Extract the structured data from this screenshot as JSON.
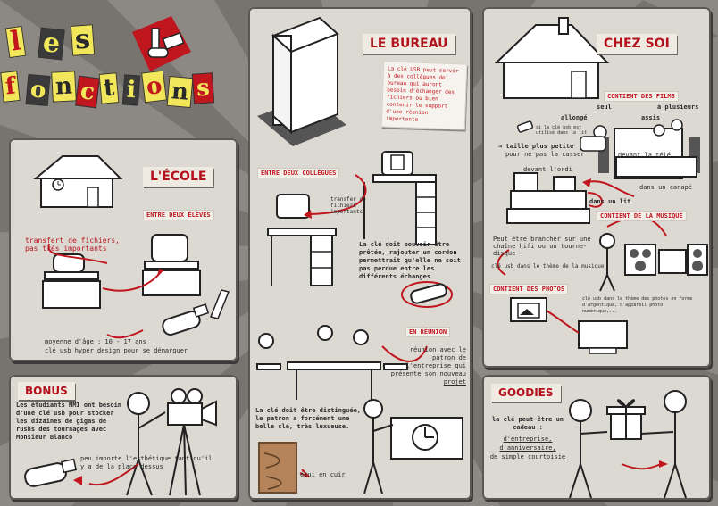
{
  "colors": {
    "accent": "#b8161e",
    "panel": "#dcd9d3",
    "background": "#8c8985",
    "banner": "#efebe3"
  },
  "title": {
    "letters_row1": [
      "l",
      "e",
      "s"
    ],
    "letters_row2": [
      "f",
      "o",
      "n",
      "c",
      "t",
      "i",
      "o",
      "n",
      "s"
    ]
  },
  "ecole": {
    "title": "L'ÉCOLE",
    "subtitle": "ENTRE DEUX ÉLÈVES",
    "transfer": "transfert de fichiers, pas très importants",
    "age": "moyenne d'âge : 10 - 17 ans",
    "usb": "clé usb hyper design pour se démarquer"
  },
  "bonus": {
    "title": "BONUS",
    "text": "Les étudiants MMI ont besoin d'une clé usb pour stocker les dizaines de gigas de rushs des tournages avec Monsieur Blanco",
    "aesthetic": "peu importe l'esthétique tant qu'il y a de la place dessus"
  },
  "bureau": {
    "title": "LE BUREAU",
    "note": "La clé USB peut servir à des collègues de bureau qui auront besoin d'échanger des fichiers ou bien contenir le support d'une réunion importante",
    "subtitle": "ENTRE DEUX COLLÈGUES",
    "transfer": "transfer de fichiers importants",
    "lend": "La clé doit pouvoir être prêtée, rajouter un cordon permettrait qu'elle ne soit pas perdue entre les différents échanges",
    "meeting_title": "EN RÉUNION",
    "meeting_pre": "réunion avec le",
    "meeting_patron": "patron",
    "meeting_mid": "de l'entreprise qui présente son",
    "meeting_project": "nouveau projet",
    "luxury": "La clé doit être distinguée, le patron a forcément une belle clé, très luxueuse.",
    "leather": "étui en cuir"
  },
  "chez_soi": {
    "title": "CHEZ SOI",
    "films": "CONTIENT DES FILMS",
    "seul": "seul",
    "plusieurs": "à plusieurs",
    "allonge": "allongé",
    "assis": "assis",
    "usb_lit": "si la clé usb est utilisé dans le lit",
    "taille": "→ taille plus petite",
    "casser": "pour ne pas la casser",
    "tele": "devant la télé",
    "ordi": "devant l'ordi",
    "lit": "dans un lit",
    "canape": "dans un canapé",
    "musique": "CONTIENT DE LA MUSIQUE",
    "hifi": "Peut être brancher sur une chaîne hifi ou un tourne-disque",
    "theme_musique": "clé usb dans le thème de la musique",
    "photos": "CONTIENT DES PHOTOS",
    "theme_photos": "clé usb dans le thème des photos en forme d'argentique, d'appareil photo numérique,..."
  },
  "goodies": {
    "title": "GOODIES",
    "intro": "la clé peut être un cadeau :",
    "items": [
      "d'entreprise,",
      "d'anniversaire,",
      "de simple courtoisie"
    ]
  }
}
